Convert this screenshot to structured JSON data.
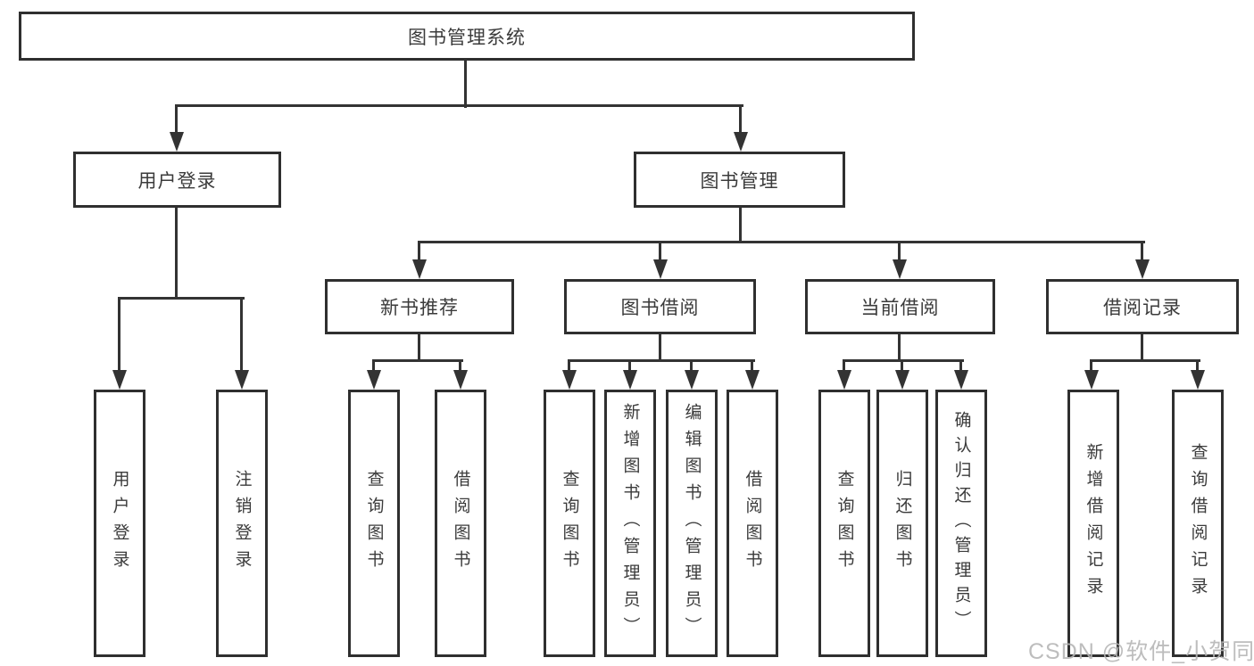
{
  "diagram": {
    "root": {
      "label": "图书管理系统",
      "children": [
        {
          "label": "用户登录",
          "children": [
            {
              "label": "用户登录"
            },
            {
              "label": "注销登录"
            }
          ]
        },
        {
          "label": "图书管理",
          "children": [
            {
              "label": "新书推荐",
              "children": [
                {
                  "label": "查询图书"
                },
                {
                  "label": "借阅图书"
                }
              ]
            },
            {
              "label": "图书借阅",
              "children": [
                {
                  "label": "查询图书"
                },
                {
                  "label": "新增图书（管理员）"
                },
                {
                  "label": "编辑图书（管理员）"
                },
                {
                  "label": "借阅图书"
                }
              ]
            },
            {
              "label": "当前借阅",
              "children": [
                {
                  "label": "查询图书"
                },
                {
                  "label": "归还图书"
                },
                {
                  "label": "确认归还（管理员）"
                }
              ]
            },
            {
              "label": "借阅记录",
              "children": [
                {
                  "label": "新增借阅记录"
                },
                {
                  "label": "查询借阅记录"
                }
              ]
            }
          ]
        }
      ]
    }
  },
  "watermark": {
    "text": "CSDN @软件_小贺同学"
  },
  "colors": {
    "line": "#333333",
    "box_border": "#2f2f2f",
    "text": "#3b3b3b",
    "watermark": "#b5b5b5",
    "background": "#ffffff"
  }
}
